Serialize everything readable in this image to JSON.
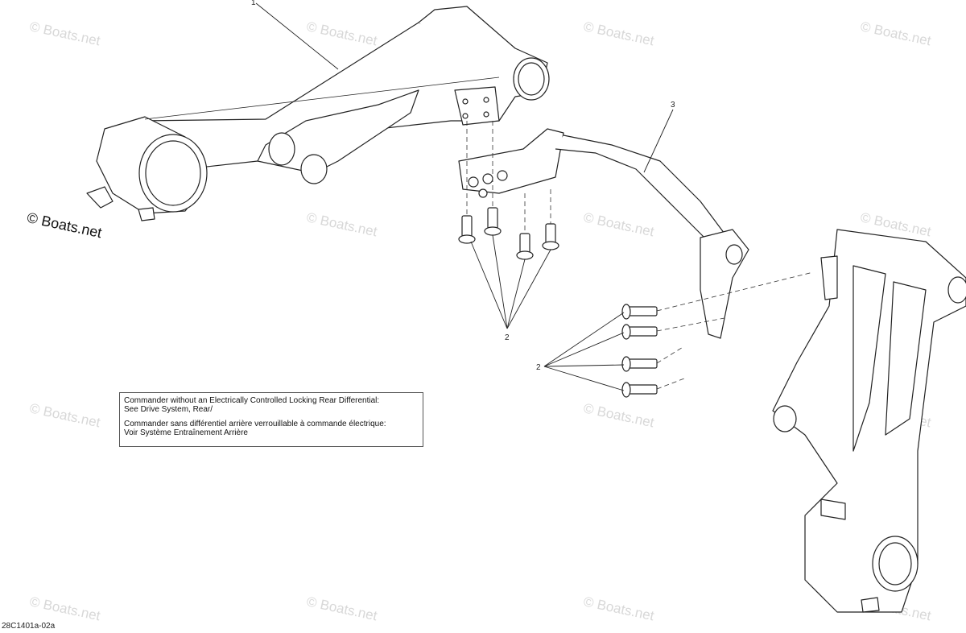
{
  "diagram": {
    "callouts": {
      "part1": "1",
      "part2_a": "2",
      "part2_b": "2",
      "part3": "3"
    },
    "note": {
      "line1": "Commander without an Electrically Controlled Locking Rear Differential:",
      "line2": "See Drive System, Rear/",
      "line3": "Commander sans différentiel arrière verrouillable à commande électrique:",
      "line4": "Voir Système Entraînement Arrière"
    },
    "watermark": "© Boats.net",
    "drawing_code": "28C1401a-02a",
    "colors": {
      "line": "#222222",
      "watermark": "#d8d8d8"
    }
  }
}
